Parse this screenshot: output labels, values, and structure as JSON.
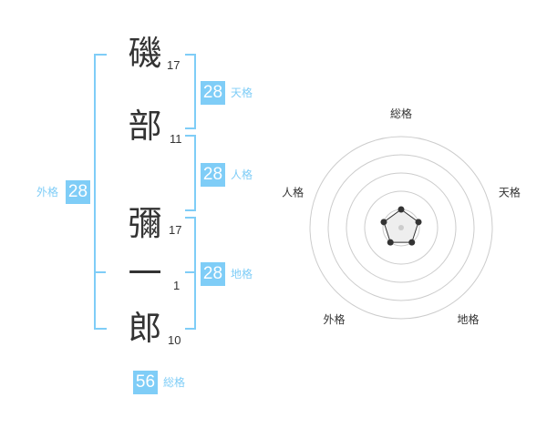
{
  "name": {
    "characters": [
      {
        "char": "磯",
        "strokes": "17"
      },
      {
        "char": "部",
        "strokes": "11"
      },
      {
        "char": "彌",
        "strokes": "17"
      },
      {
        "char": "一",
        "strokes": "1"
      },
      {
        "char": "郎",
        "strokes": "10"
      }
    ]
  },
  "fortunes": {
    "tenkaku": {
      "label": "天格",
      "value": "28"
    },
    "jinkaku": {
      "label": "人格",
      "value": "28"
    },
    "chikaku": {
      "label": "地格",
      "value": "28"
    },
    "gaikaku": {
      "label": "外格",
      "value": "28"
    },
    "soukaku": {
      "label": "総格",
      "value": "56"
    }
  },
  "colors": {
    "accent": "#7fcdf7",
    "text": "#333333",
    "ring": "#cccccc"
  },
  "chart_data": {
    "type": "radar",
    "axes": [
      "総格",
      "天格",
      "地格",
      "外格",
      "人格"
    ],
    "values": [
      1,
      1,
      1,
      1,
      1
    ],
    "rings": 5,
    "range": [
      0,
      5
    ],
    "grid": true
  }
}
